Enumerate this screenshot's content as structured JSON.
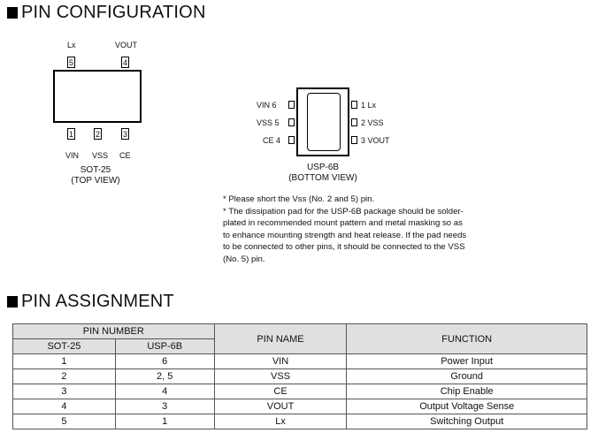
{
  "pin_configuration": {
    "heading": "PIN CONFIGURATION",
    "sot25": {
      "top_pins": [
        {
          "name": "Lx",
          "num": "5"
        },
        {
          "name": "VOUT",
          "num": "4"
        }
      ],
      "bottom_pins": [
        {
          "name": "VIN",
          "num": "1"
        },
        {
          "name": "VSS",
          "num": "2"
        },
        {
          "name": "CE",
          "num": "3"
        }
      ],
      "caption_line1": "SOT-25",
      "caption_line2": "(TOP VIEW)"
    },
    "usp6b": {
      "left_pins": [
        "VIN 6",
        "VSS 5",
        "CE 4"
      ],
      "right_pins": [
        "1 Lx",
        "2 VSS",
        "3 VOUT"
      ],
      "caption_line1": "USP-6B",
      "caption_line2": "(BOTTOM VIEW)"
    },
    "notes": [
      "* Please short the Vss (No. 2 and 5) pin.",
      "* The dissipation pad for the USP-6B package should be solder-plated in recommended mount pattern and metal masking so as to enhance mounting strength and heat release.   If the pad needs to be connected to other pins, it should be connected to the VSS (No. 5) pin."
    ]
  },
  "pin_assignment": {
    "heading": "PIN ASSIGNMENT",
    "headers": {
      "pin_number": "PIN NUMBER",
      "sot25": "SOT-25",
      "usp6b": "USP-6B",
      "pin_name": "PIN NAME",
      "function": "FUNCTION"
    },
    "rows": [
      {
        "sot25": "1",
        "usp6b": "6",
        "name": "VIN",
        "function": "Power Input"
      },
      {
        "sot25": "2",
        "usp6b": "2, 5",
        "name": "VSS",
        "function": "Ground"
      },
      {
        "sot25": "3",
        "usp6b": "4",
        "name": "CE",
        "function": "Chip Enable"
      },
      {
        "sot25": "4",
        "usp6b": "3",
        "name": "VOUT",
        "function": "Output Voltage Sense"
      },
      {
        "sot25": "5",
        "usp6b": "1",
        "name": "Lx",
        "function": "Switching Output"
      }
    ]
  }
}
